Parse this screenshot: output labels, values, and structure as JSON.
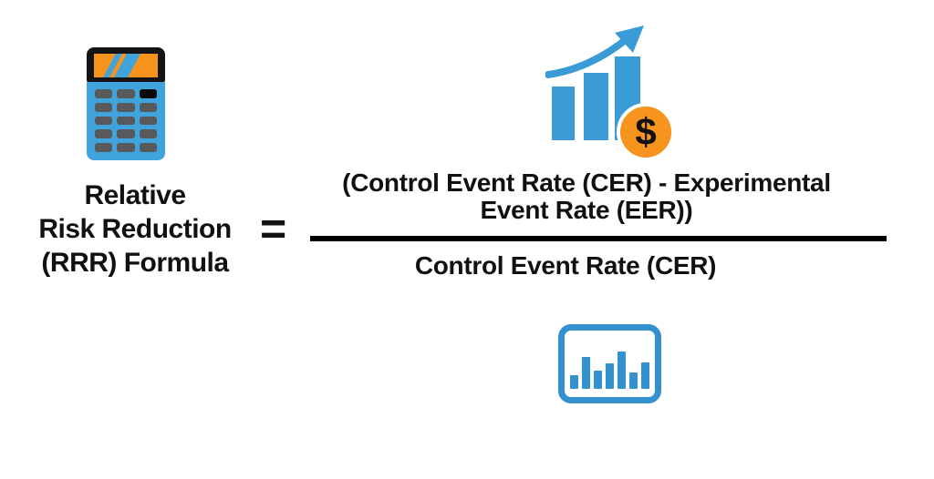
{
  "diagram": {
    "title": {
      "lines": [
        "Relative",
        "Risk Reduction",
        "(RRR) Formula"
      ]
    },
    "equals_sign": "=",
    "formula": {
      "numerator_line1": "(Control Event Rate (CER) - Experimental",
      "numerator_line2": "Event Rate (EER))",
      "denominator": "Control Event Rate (CER)"
    },
    "coin_symbol": "$",
    "icons": {
      "calculator": "calculator-icon",
      "growth_chart": "growth-bar-chart-arrow-dollar-icon",
      "stats_panel": "bar-chart-panel-icon"
    },
    "colors": {
      "icon_blue": "#3A9BD7",
      "calculator_blue": "#41A3DC",
      "panel_blue": "#3392CE",
      "accent_orange": "#F7941E",
      "button_gray": "#58595B",
      "text_black": "#111111"
    }
  }
}
